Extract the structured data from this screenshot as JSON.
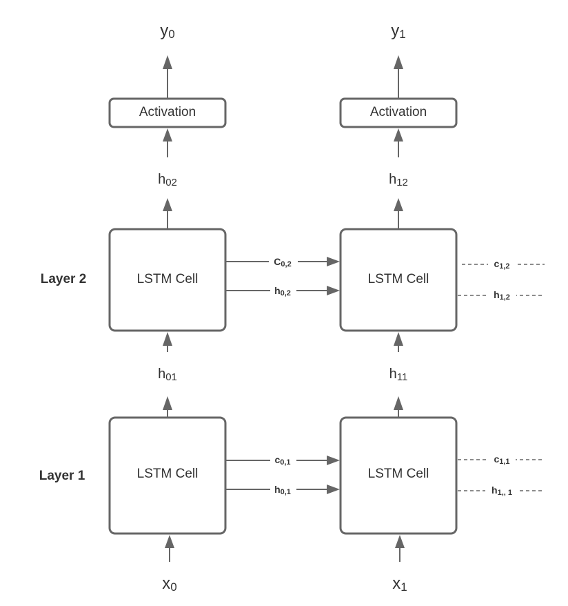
{
  "diagram": {
    "layers": [
      {
        "label": "Layer 2"
      },
      {
        "label": "Layer 1"
      }
    ],
    "cell_label": "LSTM Cell",
    "activation_label": "Activation",
    "outputs": [
      {
        "base": "y",
        "sub": "0"
      },
      {
        "base": "y",
        "sub": "1"
      }
    ],
    "inputs": [
      {
        "base": "x",
        "sub": "0"
      },
      {
        "base": "x",
        "sub": "1"
      }
    ],
    "hidden_top": [
      {
        "base": "h",
        "sub": "02"
      },
      {
        "base": "h",
        "sub": "12"
      }
    ],
    "hidden_mid": [
      {
        "base": "h",
        "sub": "01"
      },
      {
        "base": "h",
        "sub": "11"
      }
    ],
    "edges_layer2": [
      {
        "base": "C",
        "sub": "0,2"
      },
      {
        "base": "h",
        "sub": "0,2"
      }
    ],
    "edges_layer1": [
      {
        "base": "c",
        "sub": "0,1"
      },
      {
        "base": "h",
        "sub": "0,1"
      }
    ],
    "dashed_layer2": [
      {
        "base": "c",
        "sub": "1,2"
      },
      {
        "base": "h",
        "sub": "1,2"
      }
    ],
    "dashed_layer1": [
      {
        "base": "c",
        "sub": "1,1"
      },
      {
        "base": "h",
        "sub": "1,, 1"
      }
    ]
  }
}
